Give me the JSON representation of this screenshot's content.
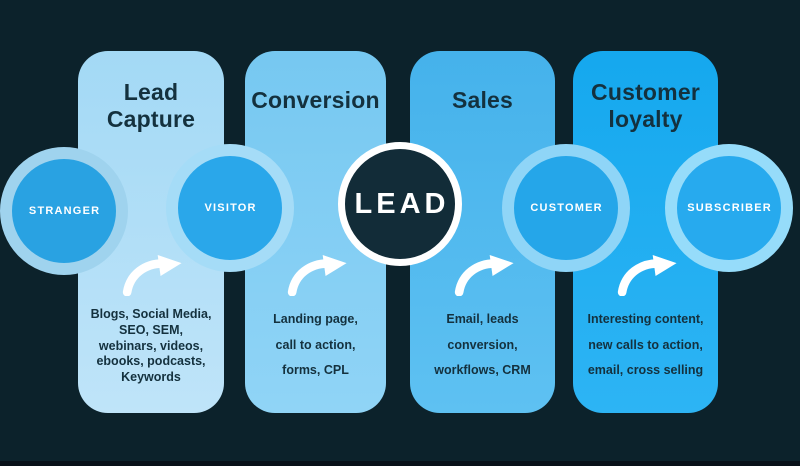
{
  "palette": {
    "background": "#0c222b",
    "bottom_bar": "#081119",
    "column_colors": [
      "#a8dbf6",
      "#7ccbf2",
      "#49b4ec",
      "#18a9ee"
    ],
    "stage_circle_fill": "#27a4e6",
    "stage_circle_rings": [
      "#9fd3ee",
      "#a5dcf7",
      "#8fd5f7",
      "#96dcfa"
    ],
    "lead_circle_fill": "#122c38",
    "lead_circle_ring": "#ffffff",
    "title_text_color": "#14313e",
    "body_text_color": "#14313e",
    "label_text_color": "#ffffff"
  },
  "funnel": {
    "center": {
      "label": "LEAD"
    },
    "columns": [
      {
        "title": "Lead Capture",
        "title_lines": [
          "Lead",
          "Capture"
        ],
        "body_lines": [
          "Blogs, Social Media,",
          "SEO, SEM,",
          "webinars, videos,",
          "ebooks, podcasts,",
          "Keywords"
        ]
      },
      {
        "title": "Conversion",
        "title_lines": [
          "Conversion"
        ],
        "body_lines": [
          "Landing page,",
          "call to action,",
          "forms, CPL"
        ]
      },
      {
        "title": "Sales",
        "title_lines": [
          "Sales"
        ],
        "body_lines": [
          "Email, leads",
          "conversion,",
          "workflows, CRM"
        ]
      },
      {
        "title": "Customer loyalty",
        "title_lines": [
          "Customer",
          "loyalty"
        ],
        "body_lines": [
          "Interesting content,",
          "new calls to action,",
          "email, cross selling"
        ]
      }
    ],
    "stages": [
      {
        "label": "STRANGER"
      },
      {
        "label": "VISITOR"
      },
      {
        "label": "CUSTOMER"
      },
      {
        "label": "SUBSCRIBER"
      }
    ]
  }
}
